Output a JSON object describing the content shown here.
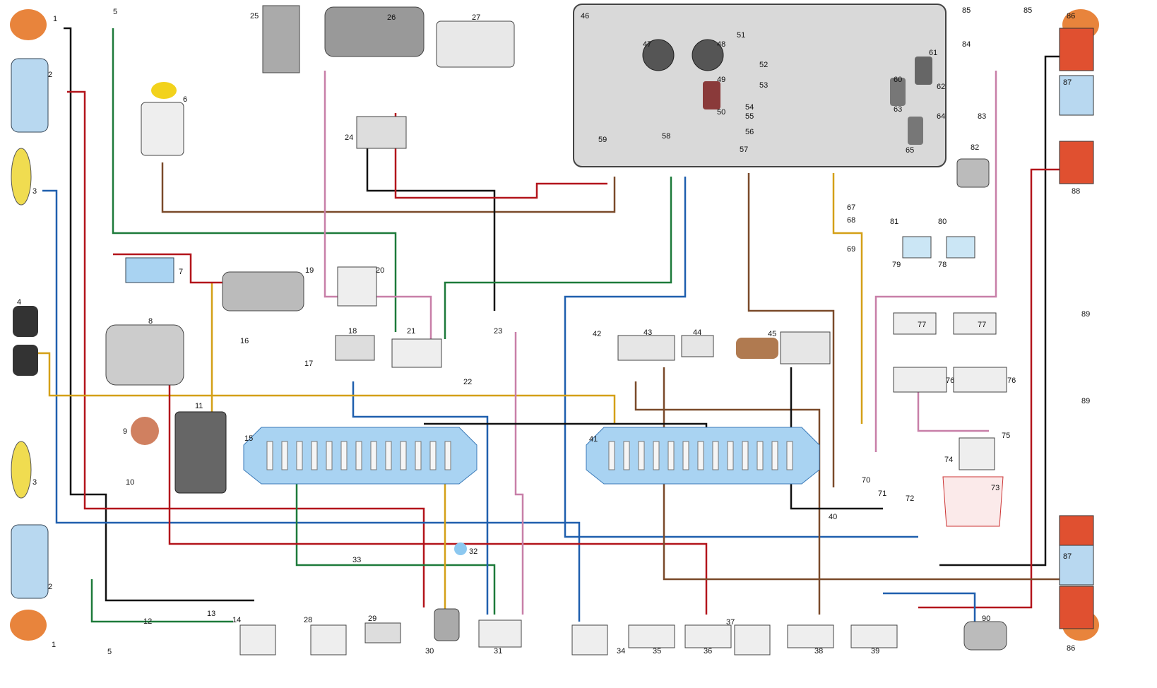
{
  "diagram": {
    "callouts": [
      "1",
      "5",
      "25",
      "26",
      "27",
      "46",
      "47",
      "48",
      "51",
      "52",
      "53",
      "49",
      "50",
      "54",
      "55",
      "56",
      "57",
      "58",
      "59",
      "61",
      "62",
      "60",
      "63",
      "64",
      "65",
      "85",
      "85",
      "86",
      "84",
      "83",
      "87",
      "82",
      "88",
      "2",
      "6",
      "24",
      "3",
      "67",
      "68",
      "69",
      "81",
      "80",
      "79",
      "78",
      "7",
      "19",
      "20",
      "4",
      "8",
      "16",
      "17",
      "18",
      "21",
      "23",
      "42",
      "43",
      "44",
      "45",
      "89",
      "89",
      "77",
      "77",
      "76",
      "76",
      "22",
      "9",
      "11",
      "15",
      "41",
      "75",
      "74",
      "70",
      "10",
      "3",
      "71",
      "72",
      "73",
      "40",
      "32",
      "33",
      "87",
      "2",
      "12",
      "13",
      "14",
      "28",
      "29",
      "30",
      "31",
      "34",
      "35",
      "36",
      "37",
      "38",
      "39",
      "90",
      "86",
      "1",
      "5"
    ],
    "colors": {
      "panel": "#d9d9d9",
      "fuse_block": "#a9d3f2",
      "wire_black": "#111111",
      "wire_red": "#b3141b",
      "wire_green": "#1d7a3a",
      "wire_blue": "#1f5fae",
      "wire_brown": "#7a4a2a",
      "wire_yellow": "#d4a017",
      "wire_pink": "#c87fa8",
      "lamp_orange": "#e8843c",
      "connector": "#f2c230"
    }
  }
}
